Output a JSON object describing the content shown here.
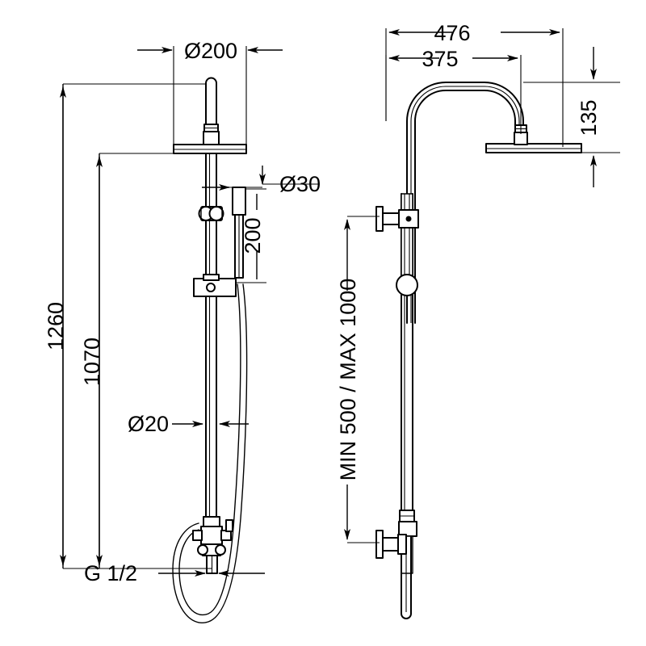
{
  "drawing": {
    "title": "Shower column technical drawing",
    "line_color": "#000000",
    "background_color": "#ffffff",
    "views": [
      {
        "name": "front-view",
        "position": "left"
      },
      {
        "name": "side-view",
        "position": "right"
      }
    ],
    "dimensions": {
      "head_diameter": "Ø200",
      "handshower_diameter": "Ø30",
      "handshower_drop": "200",
      "overall_height": "1260",
      "rail_height": "1070",
      "rail_diameter": "Ø20",
      "inlet_thread": "G 1/2",
      "arm_reach_total": "476",
      "arm_reach_inner": "375",
      "head_drop": "135",
      "install_range": "MIN 500 / MAX 1000"
    }
  }
}
